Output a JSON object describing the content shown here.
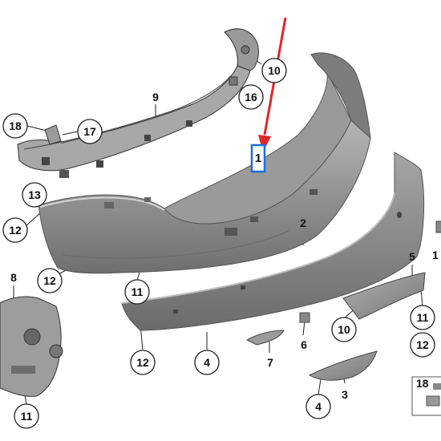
{
  "diagram": {
    "highlight_color": "#1e6fd9",
    "arrow_color": "#e0262b",
    "part_color": "#8f8f8f",
    "labels": {
      "p1": "1",
      "p2": "2",
      "p3": "3",
      "p4a": "4",
      "p4b": "4",
      "p5": "5",
      "p6": "6",
      "p7": "7",
      "p8": "8",
      "p9": "9",
      "p10a": "10",
      "p10b": "10",
      "p11a": "11",
      "p11b": "11",
      "p11c": "11",
      "p12a": "12",
      "p12b": "12",
      "p12c": "12",
      "p12d": "12",
      "p13": "13",
      "p16": "16",
      "p17": "17",
      "p18a": "18",
      "p18b": "18"
    }
  }
}
